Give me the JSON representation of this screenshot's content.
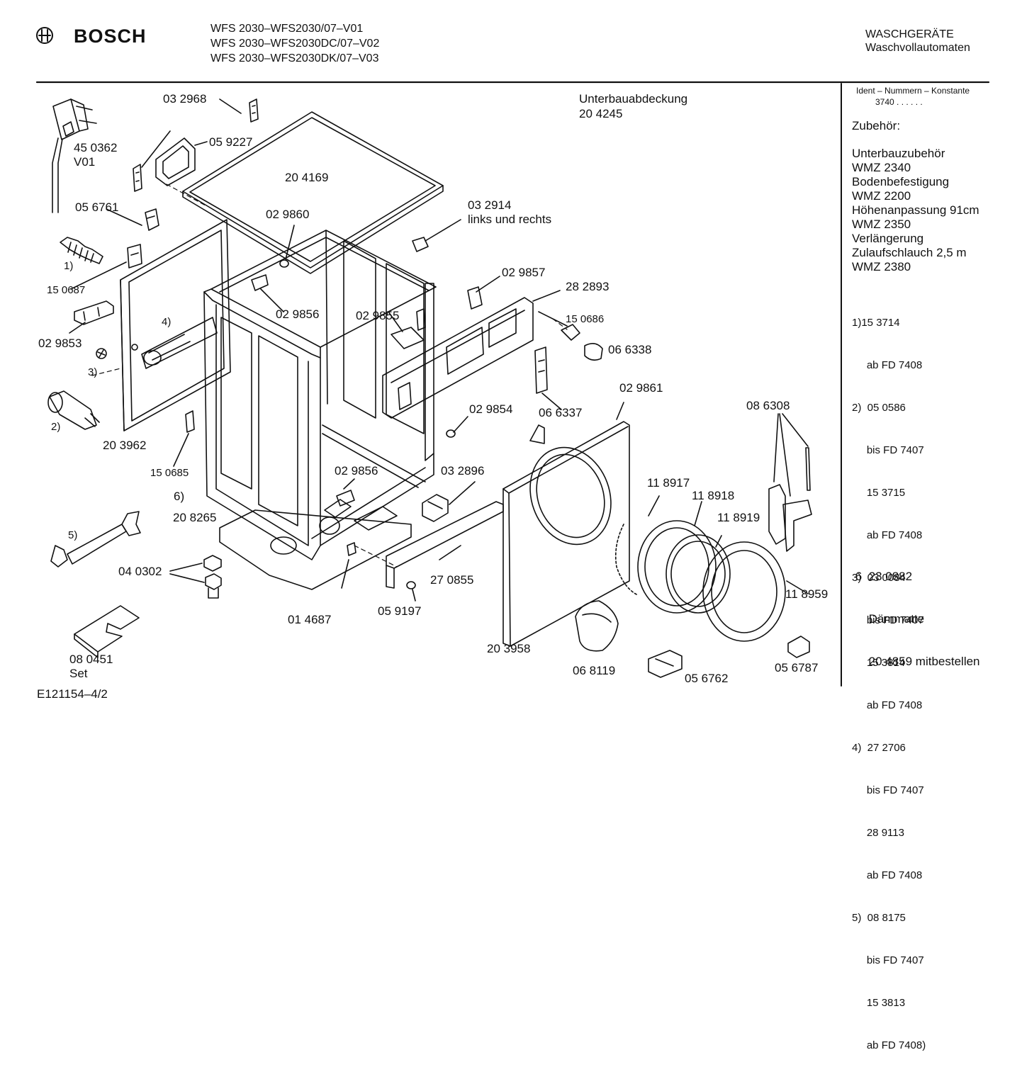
{
  "header": {
    "brand": "BOSCH",
    "models": [
      "WFS 2030–WFS2030/07–V01",
      "WFS 2030–WFS2030DC/07–V02",
      "WFS 2030–WFS2030DK/07–V03"
    ],
    "category": "WASCHGERÄTE",
    "subcategory": "Waschvollautomaten"
  },
  "footer_code": "E121154–4/2",
  "sidebar": {
    "ident_label": "Ident – Nummern – Konstante",
    "ident_value": "3740 . . . . . .",
    "zubehoer_title": "Zubehör:",
    "accessories": [
      "Unterbauzubehör",
      "WMZ 2340",
      "Bodenbefestigung",
      "WMZ 2200",
      "Höhenanpassung  91cm",
      "WMZ 2350",
      "Verlängerung",
      "Zulaufschlauch 2,5 m",
      "WMZ 2380"
    ],
    "notes": [
      "1)15 3714",
      "     ab FD 7408",
      "2)  05 0586",
      "     bis FD 7407",
      "     15 3715",
      "     ab FD 7408",
      "3)  03 0084",
      "     bis FD 7407",
      "     15 3814",
      "     ab FD 7408",
      "4)  27 2706",
      "     bis FD 7407",
      "     28 9113",
      "     ab FD 7408",
      "5)  08 8175",
      "     bis FD 7407",
      "     15 3813",
      "     ab FD 7408)"
    ],
    "extra": [
      " 6  23 0882",
      "     Dämmatte",
      "     20 4859 mitbestellen"
    ]
  },
  "parts": {
    "p450362": "45 0362",
    "pV01": "V01",
    "p032968": "03 2968",
    "p059227": "05 9227",
    "p204169": "20 4169",
    "p056761": "05 6761",
    "punter1": "Unterbauabdeckung",
    "punter2": "20 4245",
    "p029860": "02 9860",
    "p032914": "03 2914",
    "plinks": "links und rechts",
    "pnote1": "1)",
    "p150687": "15 0687",
    "p029857": "02 9857",
    "p282893": "28 2893",
    "pnote4": "4)",
    "p029856a": "02 9856",
    "p029855": "02 9855",
    "p150686": "15 0686",
    "p029853": "02 9853",
    "pnote3": "3)",
    "p066338": "06 6338",
    "p029861": "02 9861",
    "p029854": "02 9854",
    "p066337": "06 6337",
    "p086308": "08 6308",
    "pnote2": "2)",
    "p203962": "20 3962",
    "p150685": "15 0685",
    "p029856b": "02 9856",
    "p032896": "03 2896",
    "p118917": "11 8917",
    "pnote6": "6)",
    "p118918": "11 8918",
    "p208265": "20 8265",
    "p118919": "11 8919",
    "pnote5": "5)",
    "p040302": "04 0302",
    "p270855": "27 0855",
    "p118959": "11 8959",
    "p059197": "05 9197",
    "p014687": "01 4687",
    "p203958": "20 3958",
    "p080451": "08  0451",
    "pset": "Set",
    "p068119": "06 8119",
    "p056762": "05 6762",
    "p056787": "05 6787"
  }
}
